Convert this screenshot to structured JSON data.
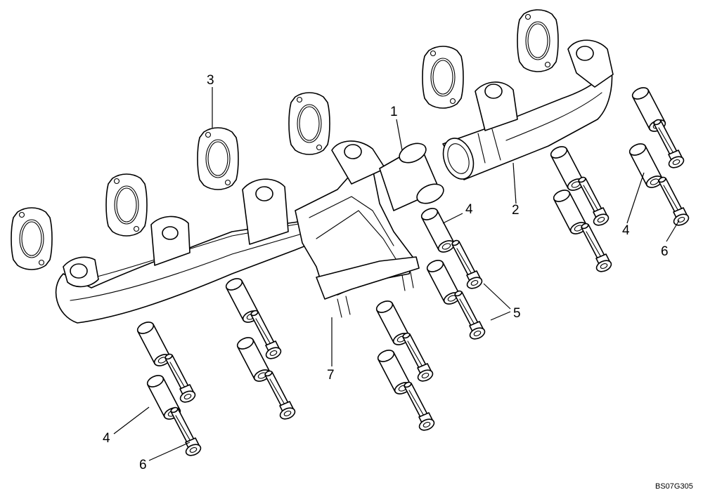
{
  "diagram": {
    "callouts": [
      {
        "id": "c1",
        "text": "1"
      },
      {
        "id": "c2",
        "text": "2"
      },
      {
        "id": "c3",
        "text": "3"
      },
      {
        "id": "c4a",
        "text": "4"
      },
      {
        "id": "c4b",
        "text": "4"
      },
      {
        "id": "c4c",
        "text": "4"
      },
      {
        "id": "c5",
        "text": "5"
      },
      {
        "id": "c6a",
        "text": "6"
      },
      {
        "id": "c6b",
        "text": "6"
      },
      {
        "id": "c7",
        "text": "7"
      }
    ],
    "reference_code": "BS07G305"
  }
}
